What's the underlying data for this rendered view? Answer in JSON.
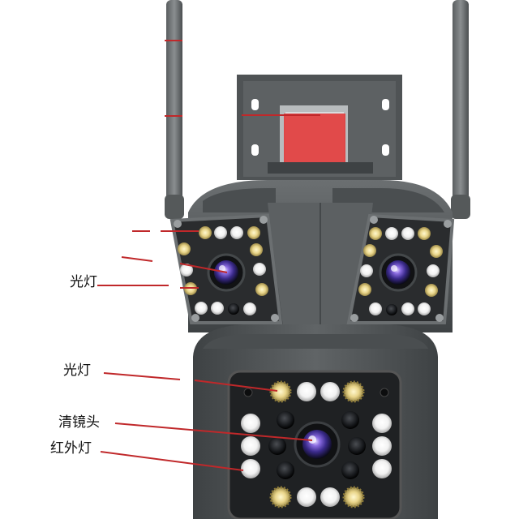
{
  "product": {
    "callouts": [
      {
        "text": "光灯"
      },
      {
        "text": "光灯"
      },
      {
        "text": "清镜头"
      },
      {
        "text": "红外灯"
      }
    ]
  },
  "colors": {
    "body": "#55595a",
    "body_dark": "#3a3d3f",
    "panel": "#2a2c2e",
    "bracket_red": "#e23a3a",
    "lens_purple": "#6a4cc8",
    "leader_line": "#c0282a"
  }
}
